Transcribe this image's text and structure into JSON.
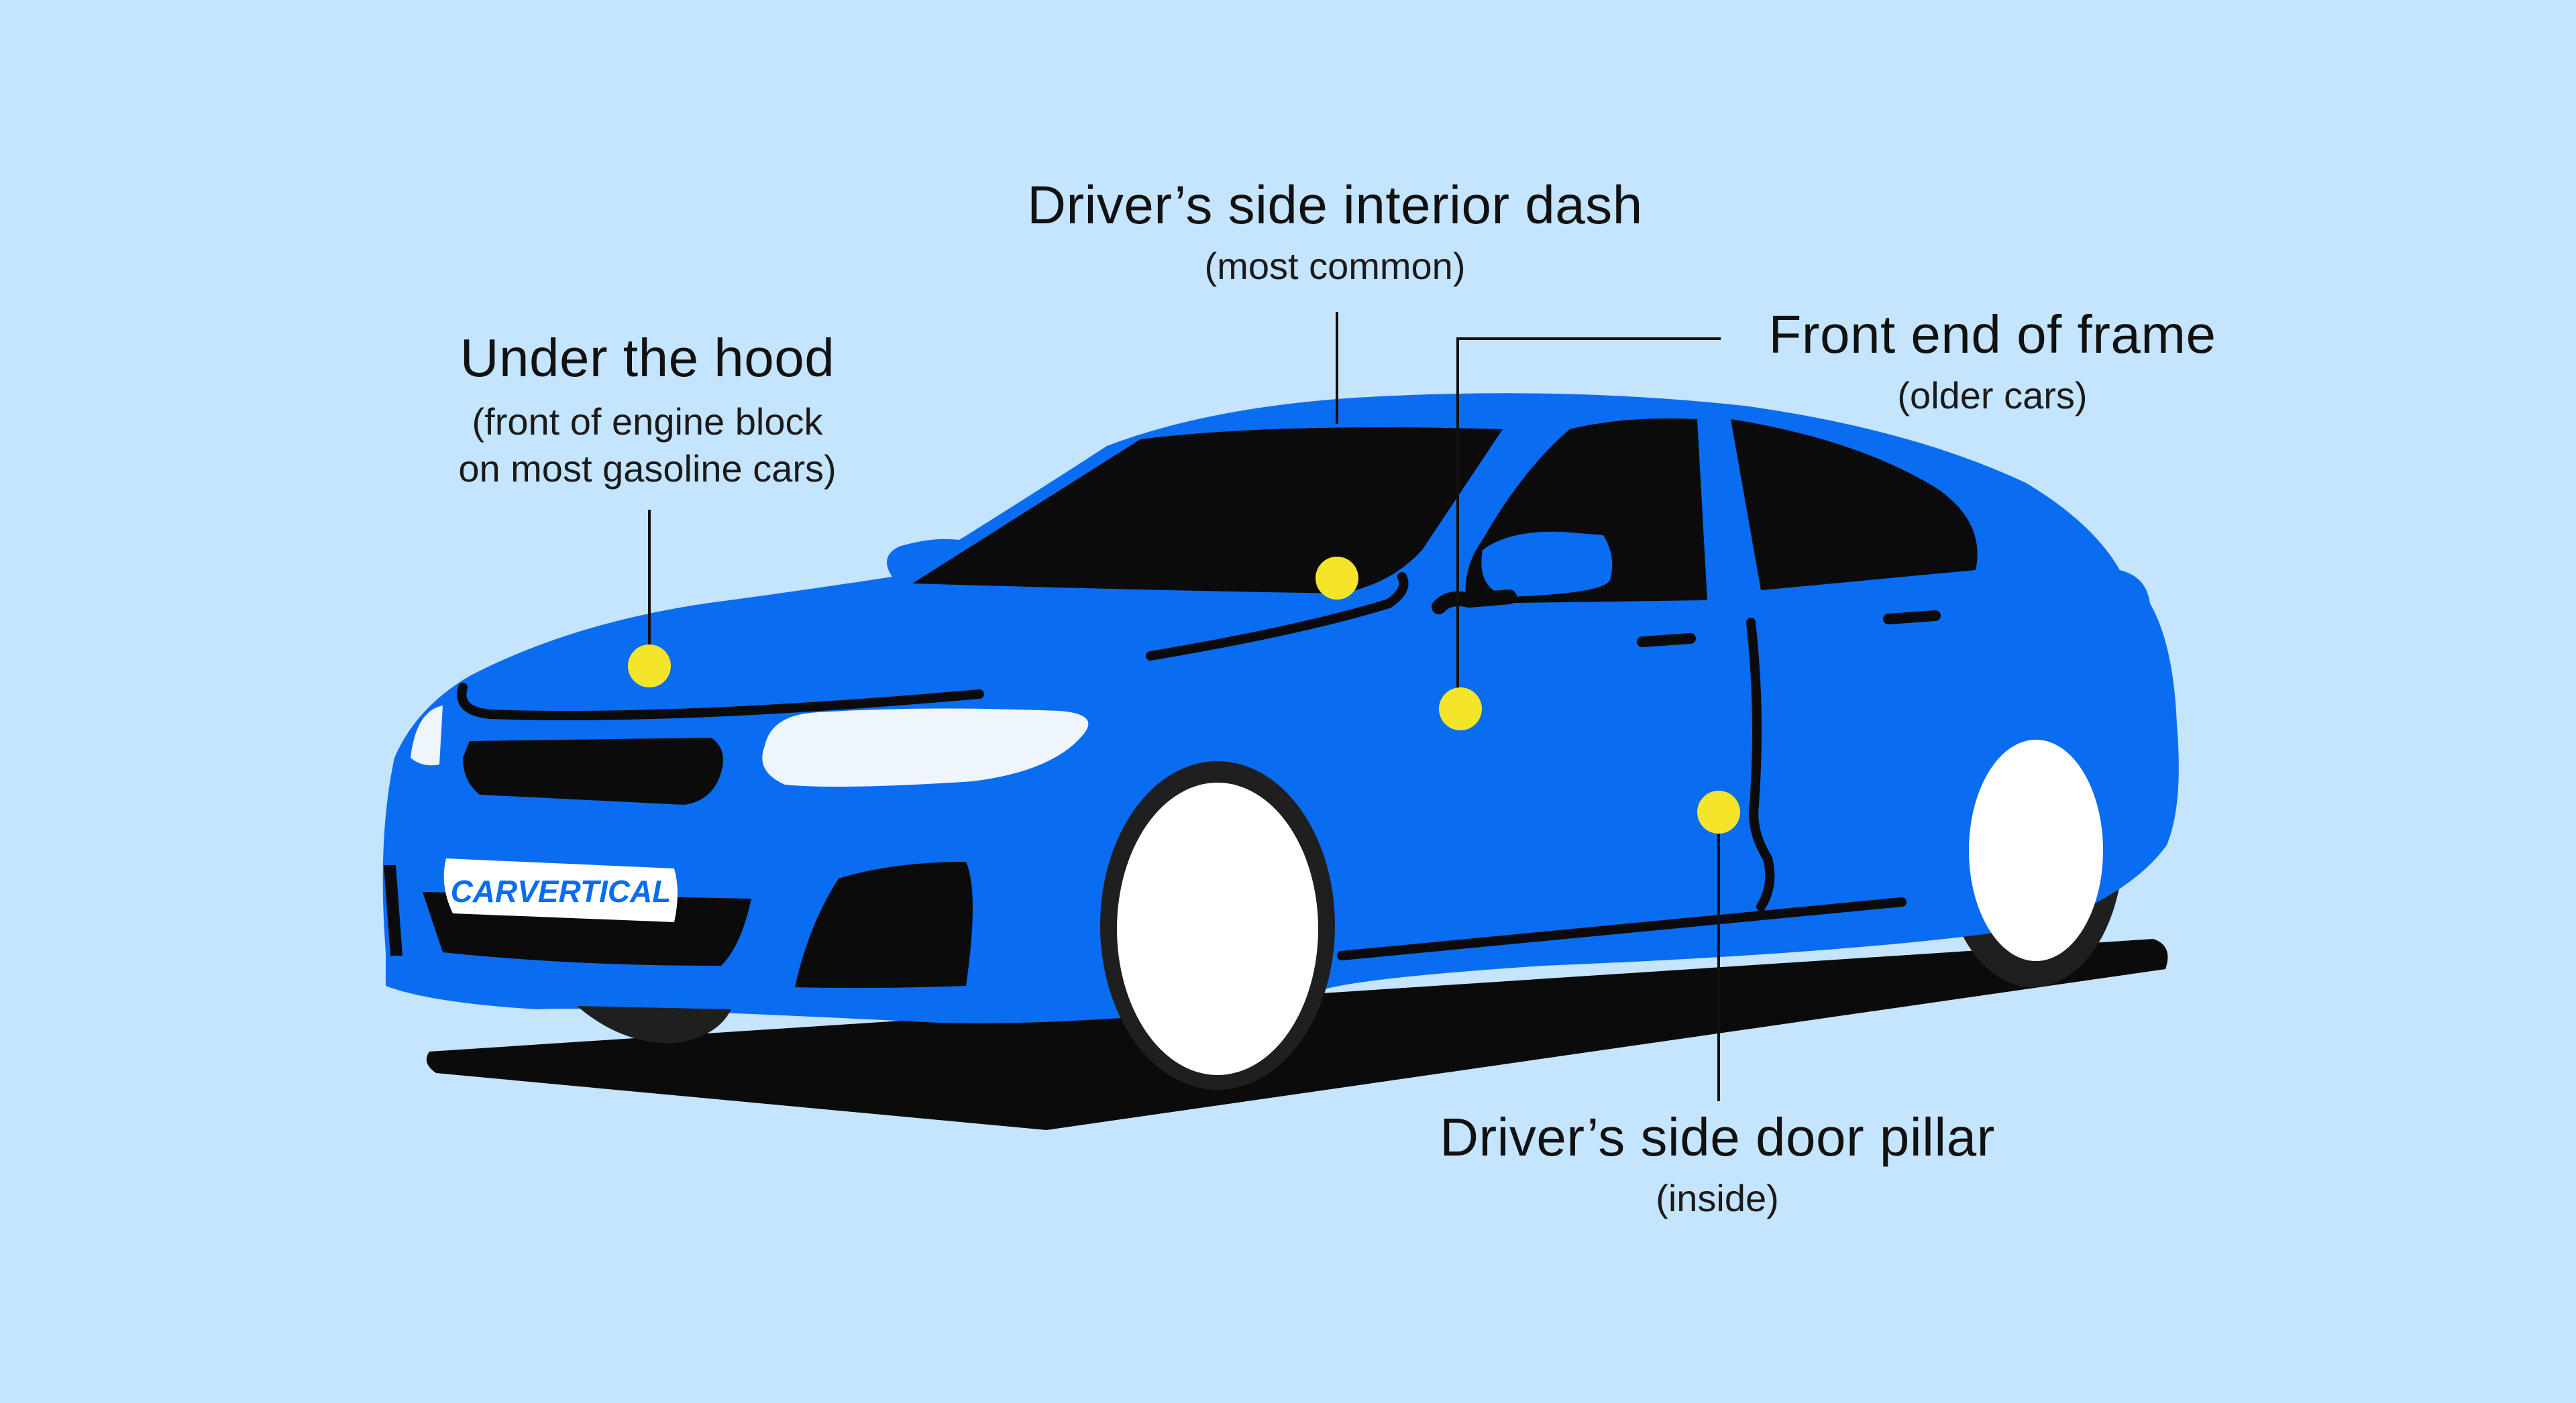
{
  "brand": {
    "logo_text": "CARVERTICAL"
  },
  "colors": {
    "background": "#c5e4fd",
    "car_body": "#0a6cf0",
    "glass_and_trim": "#0b0b0b",
    "wheel": "#ffffff",
    "location_marker": "#f5e52a",
    "headlight": "#eef5fd"
  },
  "labels": {
    "hood": {
      "title": "Under the hood",
      "line1": "(front of engine block",
      "line2": "on most gasoline cars)"
    },
    "dash": {
      "title": "Driver’s side interior dash",
      "sub": "(most common)"
    },
    "frame": {
      "title": "Front end of frame",
      "sub": "(older cars)"
    },
    "pillar": {
      "title": "Driver’s side door pillar",
      "sub": "(inside)"
    }
  }
}
